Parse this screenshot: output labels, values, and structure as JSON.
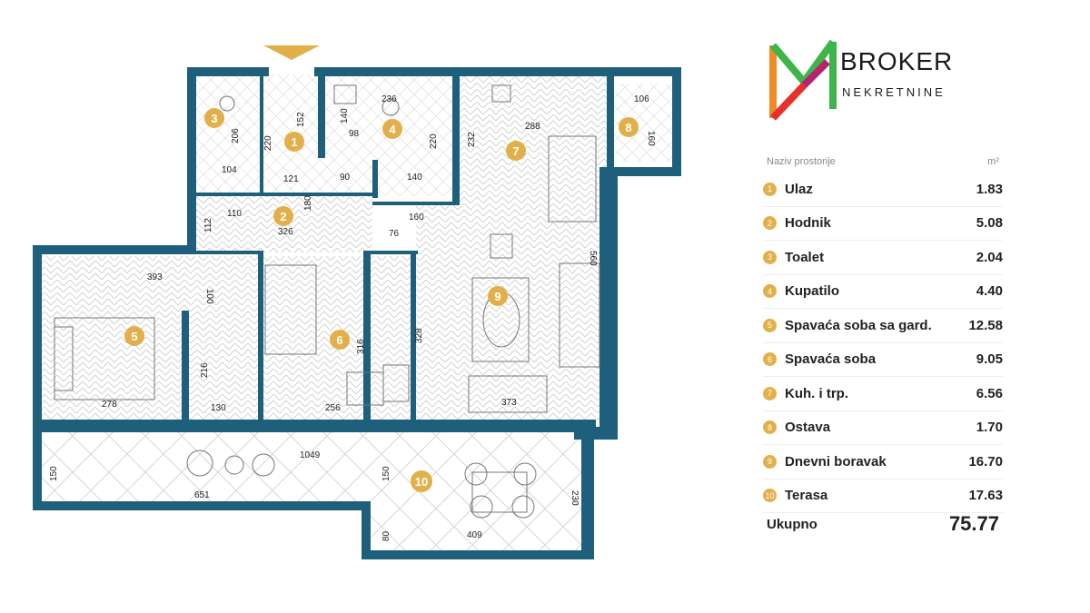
{
  "brand": {
    "name": "BROKER",
    "sub": "NEKRETNINE",
    "colors": {
      "orange": "#f08a24",
      "green": "#3db54a",
      "red": "#e5302b",
      "magenta": "#b6246f"
    }
  },
  "plan": {
    "wall_color": "#1e5f7c",
    "badge_color": "#e2b04a",
    "rooms": [
      {
        "n": "1"
      },
      {
        "n": "2"
      },
      {
        "n": "3"
      },
      {
        "n": "4"
      },
      {
        "n": "5"
      },
      {
        "n": "6"
      },
      {
        "n": "7"
      },
      {
        "n": "8"
      },
      {
        "n": "9"
      },
      {
        "n": "10"
      }
    ],
    "dims": [
      "220",
      "152",
      "236",
      "140",
      "98",
      "220",
      "288",
      "232",
      "106",
      "160",
      "206",
      "104",
      "121",
      "90",
      "140",
      "110",
      "112",
      "326",
      "180",
      "160",
      "76",
      "393",
      "100",
      "560",
      "216",
      "130",
      "278",
      "256",
      "316",
      "328",
      "373",
      "1049",
      "150",
      "150",
      "651",
      "409",
      "230",
      "80"
    ]
  },
  "legend": {
    "header_name": "Naziv prostorije",
    "header_unit": "m²",
    "rows": [
      {
        "n": "1",
        "name": "Ulaz",
        "area": "1.83"
      },
      {
        "n": "2",
        "name": "Hodnik",
        "area": "5.08"
      },
      {
        "n": "3",
        "name": "Toalet",
        "area": "2.04"
      },
      {
        "n": "4",
        "name": "Kupatilo",
        "area": "4.40"
      },
      {
        "n": "5",
        "name": "Spavaća soba sa gard.",
        "area": "12.58"
      },
      {
        "n": "6",
        "name": "Spavaća soba",
        "area": "9.05"
      },
      {
        "n": "7",
        "name": "Kuh. i trp.",
        "area": "6.56"
      },
      {
        "n": "8",
        "name": "Ostava",
        "area": "1.70"
      },
      {
        "n": "9",
        "name": "Dnevni boravak",
        "area": "16.70"
      },
      {
        "n": "10",
        "name": "Terasa",
        "area": "17.63"
      }
    ],
    "total_label": "Ukupno",
    "total_value": "75.77"
  }
}
